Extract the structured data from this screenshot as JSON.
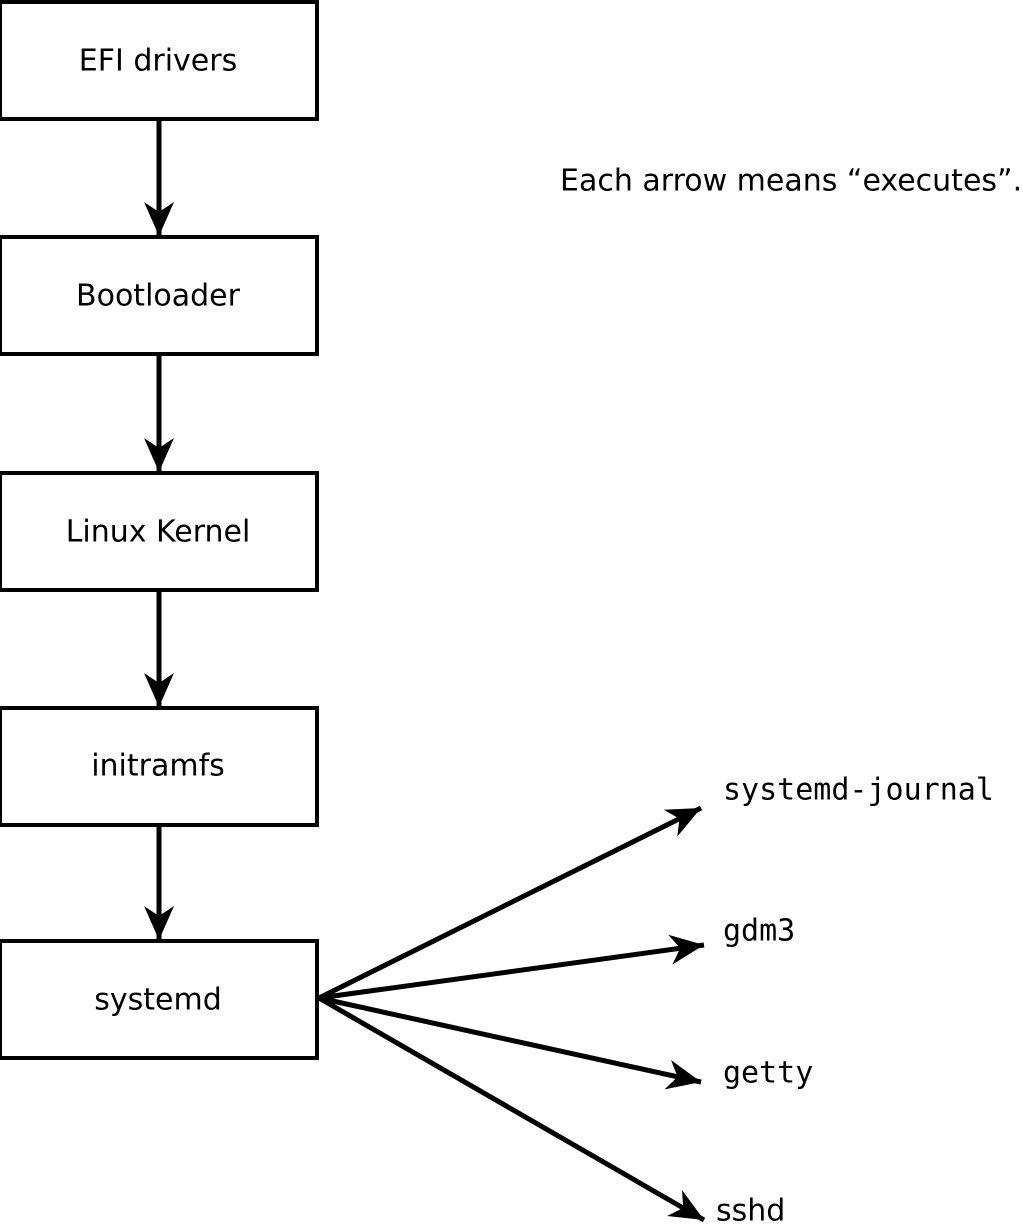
{
  "diagram": {
    "note": "Each arrow means “executes”.",
    "chain": [
      {
        "id": "efi-drivers",
        "label": "EFI drivers"
      },
      {
        "id": "bootloader",
        "label": "Bootloader"
      },
      {
        "id": "linux-kernel",
        "label": "Linux Kernel"
      },
      {
        "id": "initramfs",
        "label": "initramfs"
      },
      {
        "id": "systemd",
        "label": "systemd"
      }
    ],
    "targets": [
      {
        "id": "systemd-journal",
        "label": "systemd-journal"
      },
      {
        "id": "gdm3",
        "label": "gdm3"
      },
      {
        "id": "getty",
        "label": "getty"
      },
      {
        "id": "sshd",
        "label": "sshd"
      }
    ],
    "colors": {
      "line": "#000000",
      "box_fill": "#ffffff",
      "text": "#000000",
      "background": "#ffffff"
    }
  }
}
